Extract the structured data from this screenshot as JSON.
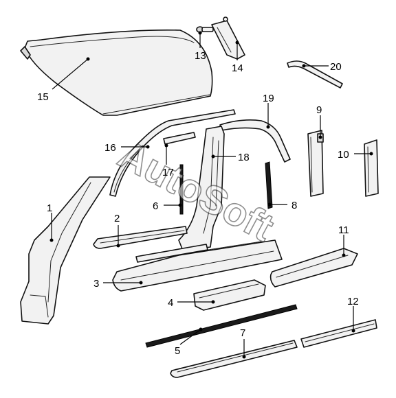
{
  "watermark": "AutoSoft",
  "callouts": [
    {
      "id": "1",
      "label": "1"
    },
    {
      "id": "2",
      "label": "2"
    },
    {
      "id": "3",
      "label": "3"
    },
    {
      "id": "4",
      "label": "4"
    },
    {
      "id": "5",
      "label": "5"
    },
    {
      "id": "6",
      "label": "6"
    },
    {
      "id": "7",
      "label": "7"
    },
    {
      "id": "8",
      "label": "8"
    },
    {
      "id": "9",
      "label": "9"
    },
    {
      "id": "10",
      "label": "10"
    },
    {
      "id": "11",
      "label": "11"
    },
    {
      "id": "12",
      "label": "12"
    },
    {
      "id": "13",
      "label": "13"
    },
    {
      "id": "14",
      "label": "14"
    },
    {
      "id": "15",
      "label": "15"
    },
    {
      "id": "16",
      "label": "16"
    },
    {
      "id": "17",
      "label": "17"
    },
    {
      "id": "18",
      "label": "18"
    },
    {
      "id": "19",
      "label": "19"
    },
    {
      "id": "20",
      "label": "20"
    }
  ]
}
